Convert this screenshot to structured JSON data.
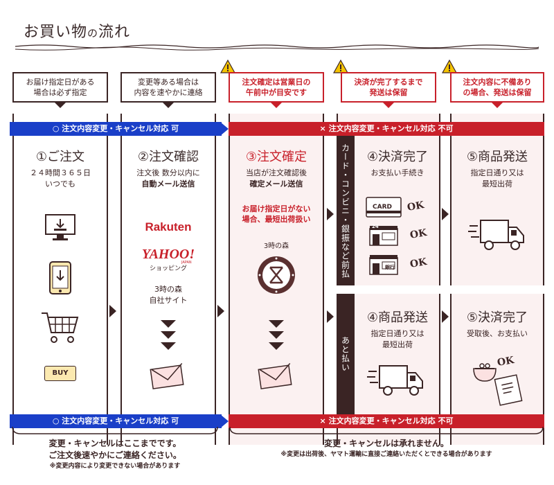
{
  "title": {
    "main": "お買い物",
    "particle": "の",
    "tail": "流れ"
  },
  "top_notes": [
    {
      "text": "お届け指定日がある\n場合は必ず指定",
      "warning": false
    },
    {
      "text": "変更等ある場合は\n内容を速やかに連絡",
      "warning": false
    },
    {
      "text": "注文確定は営業日の\n午前中が目安です",
      "warning": true
    },
    {
      "text": "決済が完了するまで\n発送は保留",
      "warning": true
    },
    {
      "text": "注文内容に不備あり\nの場合、発送は保留",
      "warning": true
    }
  ],
  "bars": {
    "ok_mark": "○",
    "ok_label": "注文内容変更・キャンセル対応",
    "ok_word": "可",
    "ng_mark": "×",
    "ng_label": "注文内容変更・キャンセル対応",
    "ng_word": "不可"
  },
  "steps": {
    "s1": {
      "title": "①ご注文",
      "text": "２４時間３６５日\nいつでも",
      "buy": "BUY"
    },
    "s2": {
      "title": "②注文確認",
      "text": "注文後 数分以内に",
      "bold": "自動メール送信",
      "rakuten": "Rakuten",
      "yahoo": "YAHOO!",
      "yahoo_japan": "JAPAN",
      "yahoo_sub": "ショッピング",
      "own_site": "3時の森\n自社サイト"
    },
    "s3": {
      "title": "③注文確定",
      "text": "当店が注文確認後",
      "bold": "確定メール送信",
      "red": "お届け指定日がない\n場合、最短出荷扱い",
      "brand": "3時の森"
    },
    "s4a": {
      "title": "④決済完了",
      "text": "お支払い手続き",
      "card": "CARD",
      "conveni": "24",
      "bank": "銀行",
      "ok": "OK"
    },
    "s5a": {
      "title": "⑤商品発送",
      "text": "指定日通り又は\n最短出荷"
    },
    "s4b": {
      "title": "④商品発送",
      "text": "指定日通り又は\n最短出荷"
    },
    "s5b": {
      "title": "⑤決済完了",
      "text": "受取後、お支払い",
      "ok": "OK"
    }
  },
  "side_labels": {
    "prepay": "カード・コンビニ・銀振など前払",
    "postpay": "あと払い"
  },
  "footer": {
    "left_main": "変更・キャンセルはここまでです。\nご注文後速やかにご連絡ください。",
    "left_note": "※変更内容により変更できない場合があります",
    "right_main": "変更・キャンセルは承れません。",
    "right_note": "※変更は出荷後、ヤマト運輸に直接ご連絡いただくとできる場合があります"
  },
  "colors": {
    "blue": "#1a3fc8",
    "red": "#c8202a",
    "dark": "#3a2424",
    "pink": "#fbf1f1"
  }
}
